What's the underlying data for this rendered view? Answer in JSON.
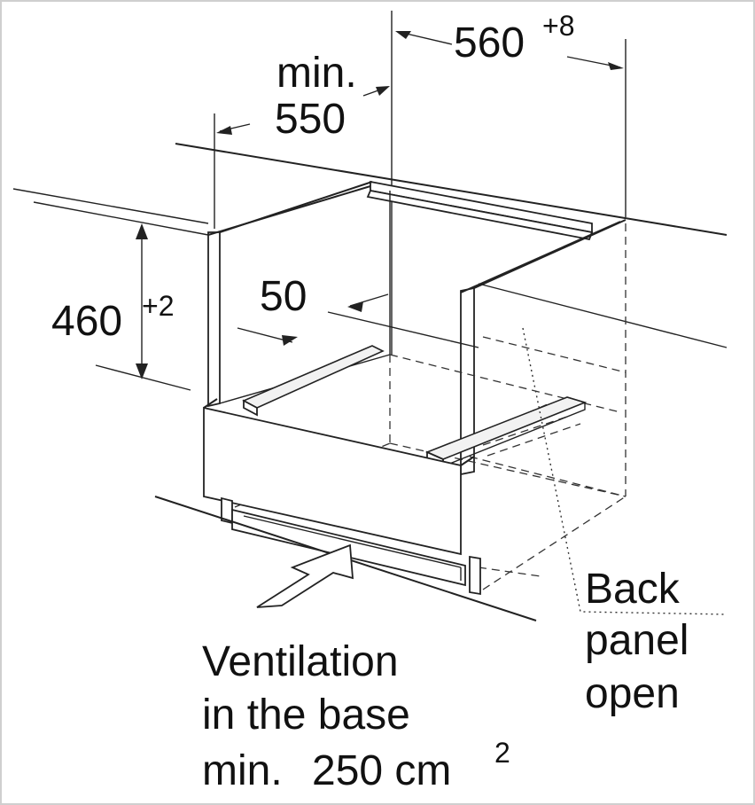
{
  "labels": {
    "width_value": "560",
    "width_tol": "+8",
    "depth_prefix": "min.",
    "depth_value": "550",
    "height_value": "460",
    "height_tol": "+2",
    "gap_value": "50",
    "back_line1": "Back",
    "back_line2": "panel",
    "back_line3": "open",
    "vent_line1": "Ventilation",
    "vent_line2": "in the base",
    "vent_line3_a": "min.",
    "vent_line3_b": "250 cm",
    "vent_line3_sup": "2"
  }
}
